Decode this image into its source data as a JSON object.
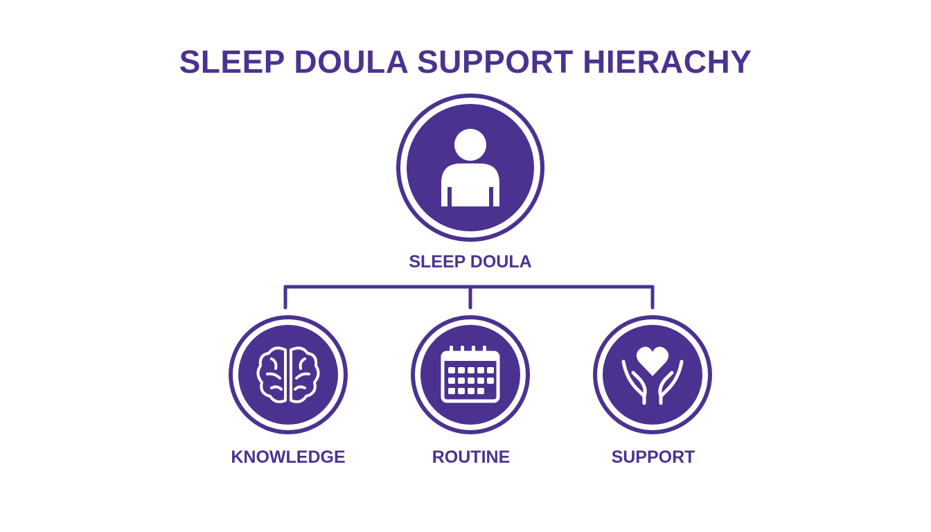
{
  "title": "SLEEP DOULA SUPPORT HIERACHY",
  "colors": {
    "primary": "#4b3290",
    "background": "#ffffff"
  },
  "root": {
    "label": "SLEEP DOULA",
    "icon": "person-icon"
  },
  "children": [
    {
      "label": "KNOWLEDGE",
      "icon": "brain-icon"
    },
    {
      "label": "ROUTINE",
      "icon": "calendar-icon"
    },
    {
      "label": "SUPPORT",
      "icon": "heart-hands-icon"
    }
  ]
}
